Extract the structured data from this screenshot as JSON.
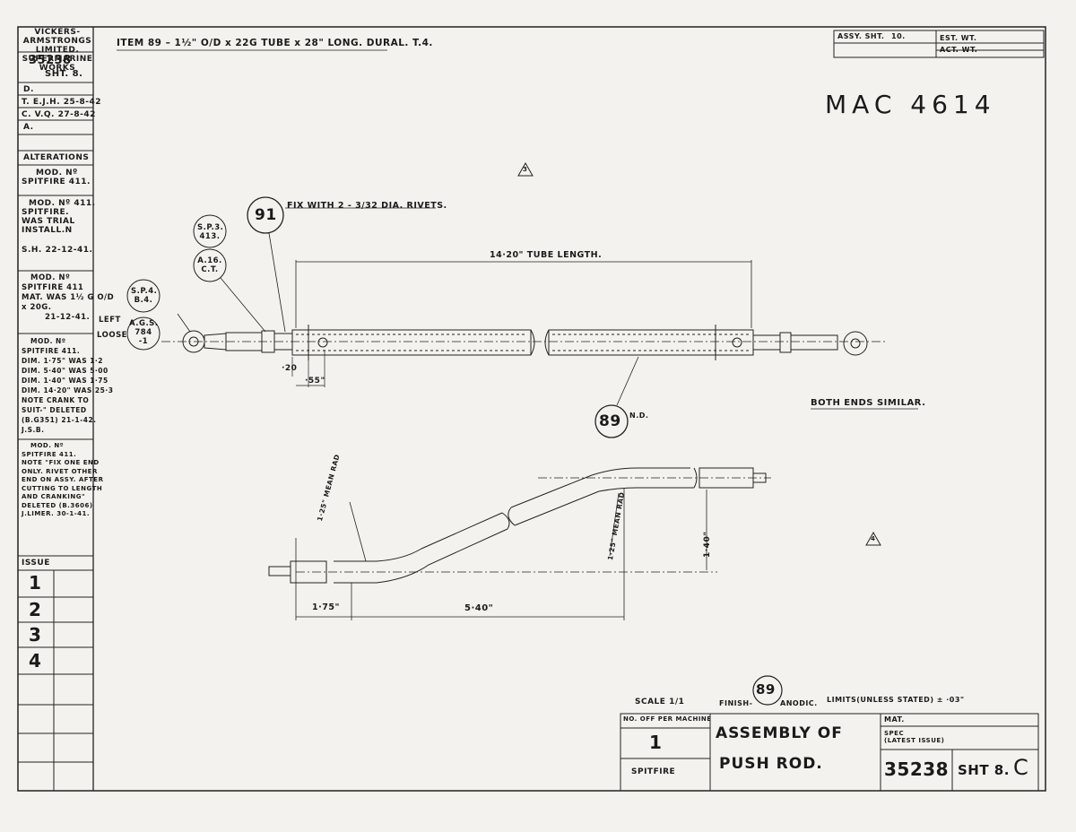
{
  "header": {
    "item_line": "ITEM 89 – 1½\" O/D x 22G TUBE x 28\" LONG.   DURAL. T.4.",
    "assy_sht_label": "ASSY. SHT.",
    "assy_sht_value": "10.",
    "est_wt": "EST. WT.",
    "act_wt": "ACT. WT.",
    "mac_number": "MAC  4614"
  },
  "sidebar": {
    "company": [
      "VICKERS-ARMSTRONGS",
      "LIMITED.",
      "SUPERMARINE WORKS"
    ],
    "drawing_no": "35238",
    "sheet": "SHT. 8.",
    "d_label": "D.",
    "t_line": "T.  E.J.H. 25-8-42",
    "c_line": "C. V.Q. 27-8-42",
    "a_label": "A.",
    "alterations_title": "ALTERATIONS",
    "alt1": [
      "MOD. Nº",
      "SPITFIRE 411."
    ],
    "alt2": [
      "MOD. Nº 411.",
      "SPITFIRE.",
      "WAS TRIAL",
      "INSTALL.N",
      "S.H. 22-12-41."
    ],
    "alt3": [
      "MOD. Nº",
      "SPITFIRE 411",
      "MAT. WAS 1½ G O/D",
      "x 20G.",
      "21-12-41."
    ],
    "alt4": [
      "MOD. Nº",
      "SPITFIRE 411.",
      "DIM. 1·75\" WAS 1·2",
      "DIM. 5·40\" WAS 5·00",
      "DIM. 1·40\" WAS 1·75",
      "DIM. 14·20\" WAS 25·3",
      "NOTE CRANK TO",
      "SUIT-\" DELETED",
      "(B.G351) 21-1-42.",
      "J.S.B."
    ],
    "alt5": [
      "MOD. Nº",
      "SPITFIRE 411.",
      "NOTE \"FIX ONE END",
      "ONLY. RIVET OTHER",
      "END ON ASSY. AFTER",
      "CUTTING TO LENGTH",
      "AND CRANKING\"",
      "DELETED (B.3606)",
      "J.LIMER. 30-1-41."
    ],
    "issue_title": "ISSUE",
    "issues": [
      "1",
      "2",
      "3",
      "4"
    ]
  },
  "drawing": {
    "fix_note": "FIX WITH 2 - 3/32 DIA. RIVETS.",
    "balloon_91": "91",
    "balloon_sp3": [
      "S.P.3.",
      "413."
    ],
    "balloon_a16": [
      "A.16.",
      "C.T."
    ],
    "balloon_sp4": [
      "S.P.4.",
      "B.4."
    ],
    "balloon_ags": [
      "A.G.S.",
      "784",
      "-1"
    ],
    "left_label": "LEFT",
    "loose_label": "LOOSE",
    "tube_length": "14·20\" TUBE LENGTH.",
    "dim_20": "·20",
    "dim_55": "·55\"",
    "balloon_89": "89",
    "nd_label": "N.D.",
    "both_ends": "BOTH ENDS SIMILAR.",
    "mean_rad_1": "1·25\" MEAN RAD",
    "mean_rad_2": "1·25\" MEAN RAD",
    "dim_140": "1·40\"",
    "dim_175": "1·75\"",
    "dim_540": "5·40\"",
    "mark_3": "3",
    "mark_4": "4"
  },
  "title_block": {
    "scale": "SCALE 1/1",
    "finish": "FINISH-",
    "finish_item": "89",
    "anodic": "ANODIC.",
    "limits": "LIMITS(UNLESS STATED) ± ·03\"",
    "no_off": "NO. OFF PER MACHINE",
    "qty": "1",
    "machine": "SPITFIRE",
    "title_1": "ASSEMBLY OF",
    "title_2": "PUSH ROD.",
    "mat": "MAT.",
    "spec": [
      "SPEC",
      "(LATEST ISSUE)"
    ],
    "drawing_no": "35238",
    "sheet": "SHT 8.",
    "sheet_letter": "C"
  }
}
